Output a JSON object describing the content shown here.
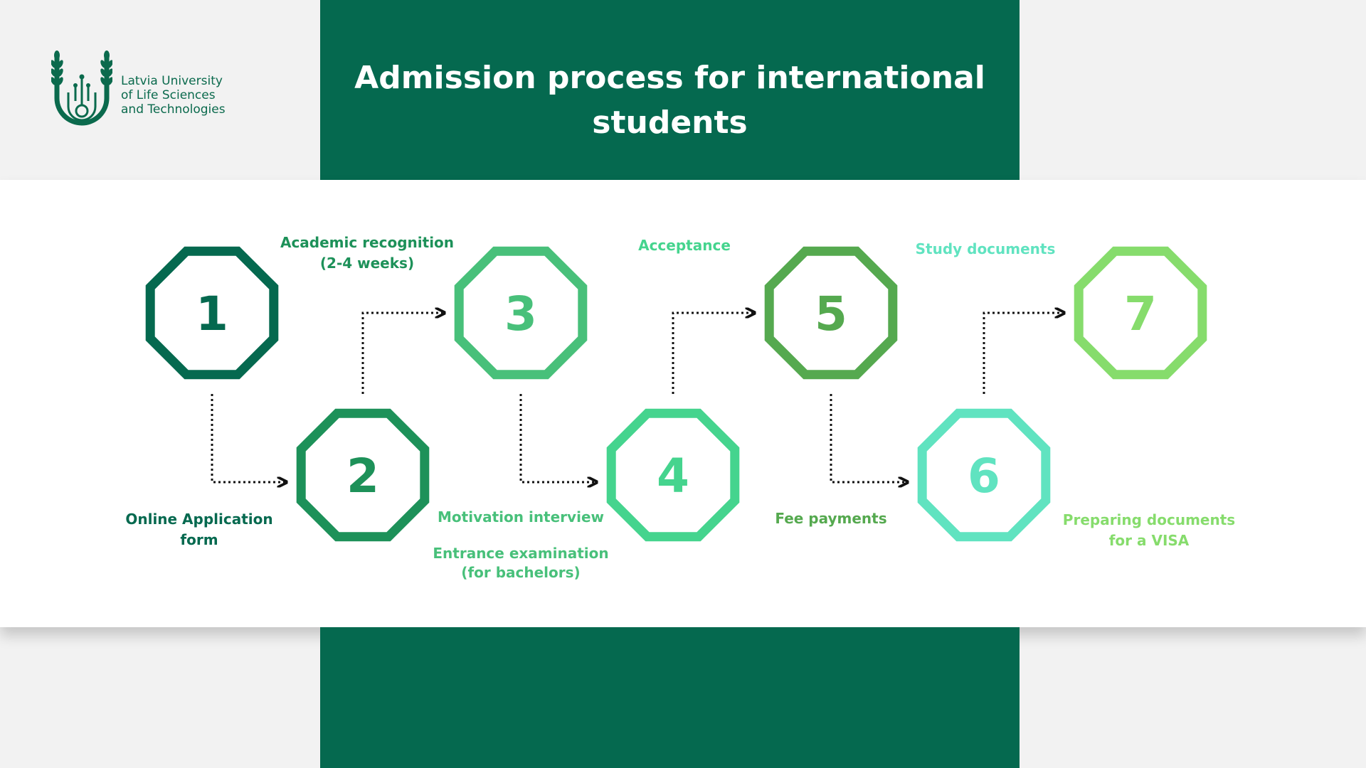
{
  "header": {
    "title_line1": "Admission process for international",
    "title_line2": "students"
  },
  "logo": {
    "icon": "university-emblem-icon",
    "line1": "Latvia University",
    "line2": "of Life Sciences",
    "line3": "and Technologies",
    "color": "#0b6a4d"
  },
  "colors": {
    "banner": "#05694f",
    "band": "#ffffff",
    "background": "#f2f2f2",
    "arrow": "#111111"
  },
  "steps": [
    {
      "number": "1",
      "color": "#05694f",
      "label_lines": [
        "Online Application",
        "form"
      ]
    },
    {
      "number": "2",
      "color": "#1d9159",
      "label_lines": [
        "Academic recognition",
        "(2-4 weeks)"
      ]
    },
    {
      "number": "3",
      "color": "#48c07a",
      "label_lines": [
        "Motivation interview"
      ]
    },
    {
      "number": "4",
      "color": "#45d48e",
      "label_lines": [
        "Acceptance"
      ]
    },
    {
      "number": "5",
      "color": "#55a94f",
      "label_lines": [
        "Fee payments"
      ]
    },
    {
      "number": "6",
      "color": "#60e3c0",
      "label_lines": [
        "Study documents"
      ]
    },
    {
      "number": "7",
      "color": "#86dc6c",
      "label_lines": [
        "Preparing documents",
        "for a VISA"
      ]
    }
  ],
  "extra_note": {
    "step": "3",
    "lines": [
      "Entrance examination",
      "(for bachelors)"
    ],
    "color": "#48c07a"
  }
}
